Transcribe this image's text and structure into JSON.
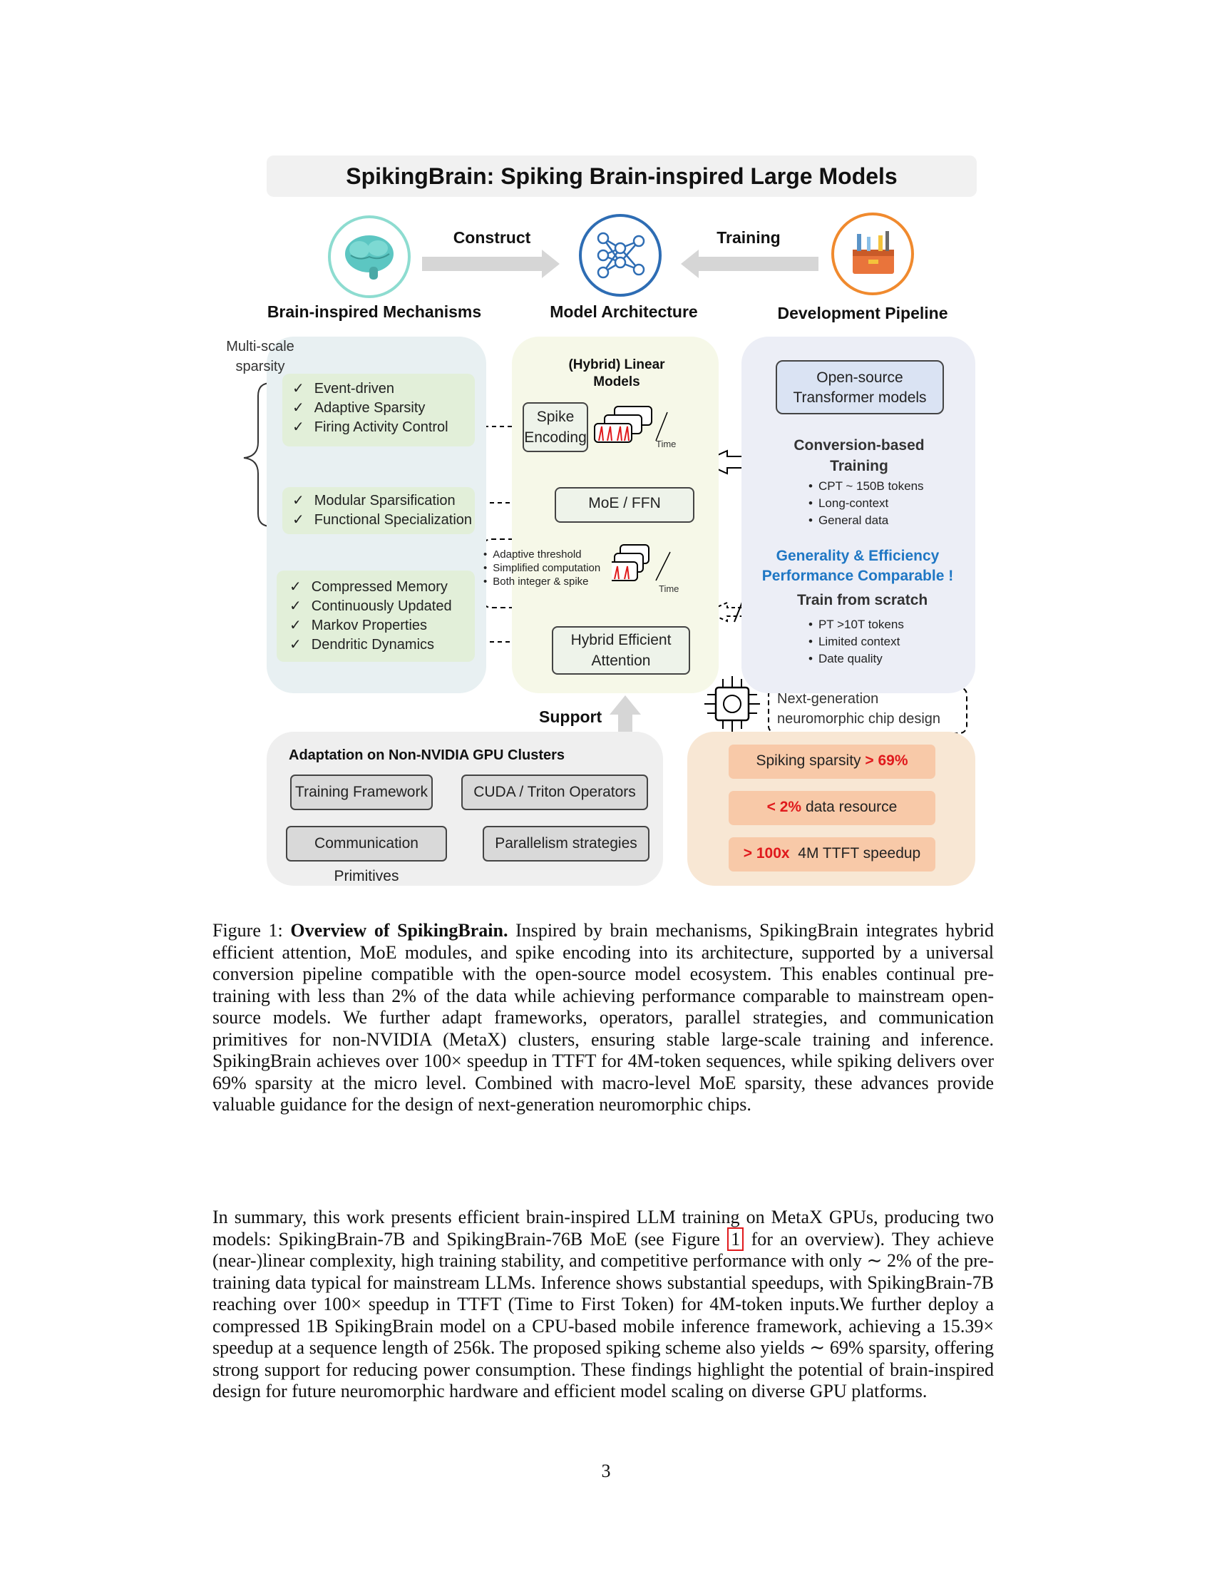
{
  "figure": {
    "title": "SpikingBrain: Spiking Brain-inspired Large Models",
    "arrows": {
      "construct": "Construct",
      "training": "Training",
      "support": "Support"
    },
    "icons": {
      "left_label": "Brain-inspired Mechanisms",
      "center_label": "Model Architecture",
      "right_label": "Development Pipeline"
    },
    "multiscale_label": "Multi-scale sparsity",
    "left_groups": {
      "group1": [
        "Event-driven",
        "Adaptive Sparsity",
        "Firing Activity Control"
      ],
      "group2": [
        "Modular Sparsification",
        "Functional Specialization"
      ],
      "group3": [
        "Compressed Memory",
        "Continuously Updated",
        "Markov Properties",
        "Dendritic Dynamics"
      ]
    },
    "center": {
      "header": "(Hybrid) Linear Models",
      "spike_encoding": "Spike Encoding",
      "moe_ffn": "MoE / FFN",
      "time": "Time",
      "spike_notes": [
        "Adaptive threshold",
        "Simplified computation",
        "Both integer & spike"
      ],
      "attention": "Hybrid Efficient Attention"
    },
    "right": {
      "open_source": "Open-source Transformer models",
      "conversion_title": "Conversion-based Training",
      "conversion_items": [
        "CPT ~ 150B tokens",
        "Long-context",
        "General data"
      ],
      "generality": "Generality & Efficiency Performance Comparable !",
      "scratch_title": "Train from scratch",
      "scratch_items": [
        "PT >10T tokens",
        "Limited context",
        "Date quality"
      ],
      "chip": "Next-generation neuromorphic chip design"
    },
    "bottom_left": {
      "title": "Adaptation on Non-NVIDIA GPU Clusters",
      "buttons": [
        "Training Framework",
        "CUDA / Triton Operators",
        "Communication Primitives",
        "Parallelism strategies"
      ]
    },
    "bottom_right": {
      "m1_text": "Spiking sparsity",
      "m1_val": "> 69%",
      "m2_val": "< 2%",
      "m2_text": "data resource",
      "m3_val": "> 100x",
      "m3_text": "4M TTFT speedup"
    },
    "colors": {
      "green_panel": "#e2efd9",
      "red": "#e0191c",
      "blue": "#1f77c4",
      "orange_circle": "#f08a2e",
      "teal_circle": "#7fd1c6",
      "blue_circle": "#2e6db4"
    }
  },
  "caption": {
    "label": "Figure 1:",
    "bold": "Overview of SpikingBrain.",
    "text": "Inspired by brain mechanisms, SpikingBrain integrates hybrid efficient attention, MoE modules, and spike encoding into its architecture, supported by a universal conversion pipeline compatible with the open-source model ecosystem. This enables continual pre-training with less than 2% of the data while achieving performance comparable to mainstream open-source models. We further adapt frameworks, operators, parallel strategies, and communication primitives for non-NVIDIA (MetaX) clusters, ensuring stable large-scale training and inference. SpikingBrain achieves over 100× speedup in TTFT for 4M-token sequences, while spiking delivers over 69% sparsity at the micro level. Combined with macro-level MoE sparsity, these advances provide valuable guidance for the design of next-generation neuromorphic chips."
  },
  "summary": {
    "part1": "In summary, this work presents efficient brain-inspired LLM training on MetaX GPUs, producing two models: SpikingBrain-7B and SpikingBrain-76B MoE (see Figure",
    "ref": "1",
    "part2": "for an overview). They achieve (near-)linear complexity, high training stability, and competitive performance with only ∼ 2% of the pre-training data typical for mainstream LLMs. Inference shows substantial speedups, with SpikingBrain-7B reaching over 100× speedup in TTFT (Time to First Token) for 4M-token inputs.We further deploy a compressed 1B SpikingBrain model on a CPU-based mobile inference framework, achieving a 15.39× speedup at a sequence length of 256k. The proposed spiking scheme also yields ∼ 69% sparsity, offering strong support for reducing power consumption. These findings highlight the potential of brain-inspired design for future neuromorphic hardware and efficient model scaling on diverse GPU platforms."
  },
  "page_number": "3"
}
